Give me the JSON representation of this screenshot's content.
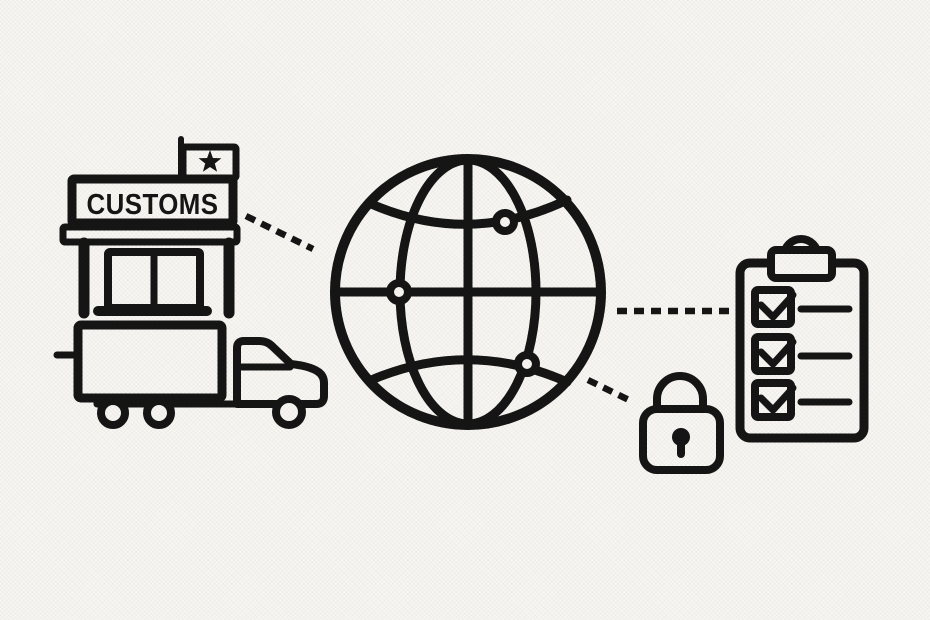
{
  "illustration": {
    "colors": {
      "ink": "#141414",
      "background": "#f7f6f2"
    },
    "customs_booth": {
      "sign_label": "CUSTOMS"
    },
    "icons": [
      {
        "name": "star-flag-icon"
      },
      {
        "name": "customs-booth-icon"
      },
      {
        "name": "truck-icon"
      },
      {
        "name": "globe-network-icon",
        "nodes": 3
      },
      {
        "name": "padlock-icon"
      },
      {
        "name": "clipboard-checklist-icon",
        "checked_items": 3
      }
    ],
    "connections": [
      {
        "from": "customs-booth",
        "to": "globe",
        "style": "dashed"
      },
      {
        "from": "globe",
        "to": "clipboard-checklist",
        "style": "dashed"
      },
      {
        "from": "globe",
        "to": "padlock",
        "style": "dashed"
      }
    ]
  }
}
